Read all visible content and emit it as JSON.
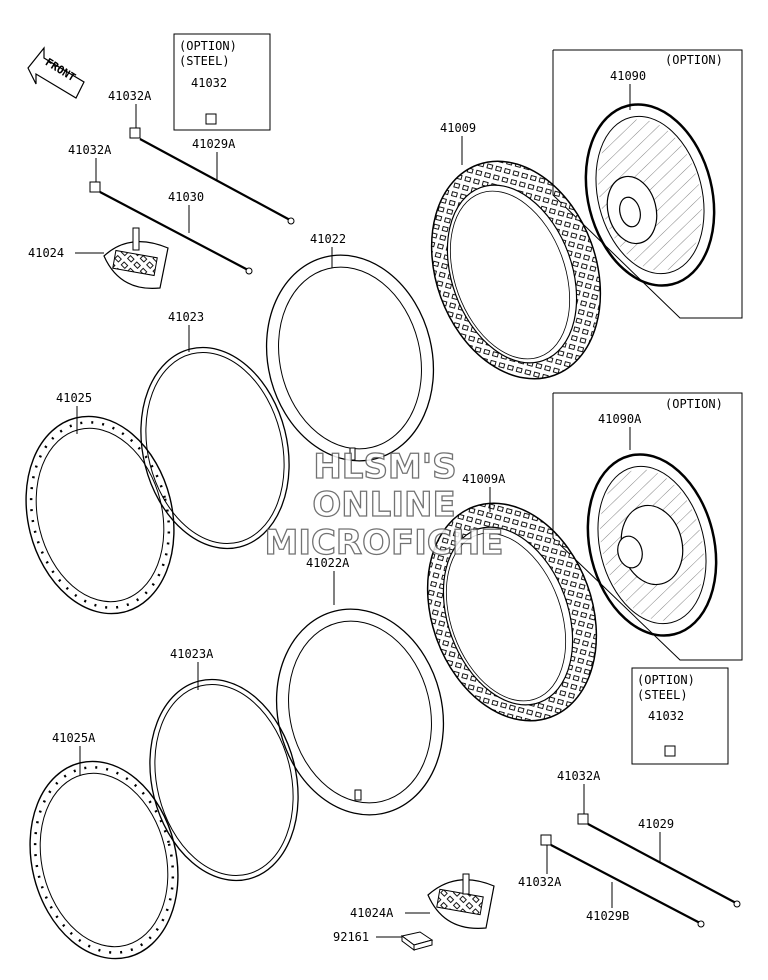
{
  "front_arrow": {
    "label": "FRONT"
  },
  "option_boxes": [
    {
      "line1": "(OPTION)",
      "line2": "(STEEL)",
      "part": "41032"
    },
    {
      "line1": "(OPTION)",
      "part": "41090"
    },
    {
      "line1": "(OPTION)",
      "part": "41090A"
    },
    {
      "line1": "(OPTION)",
      "line2": "(STEEL)",
      "part": "41032"
    }
  ],
  "labels": {
    "p41032A_1": "41032A",
    "p41029A": "41029A",
    "p41032A_2": "41032A",
    "p41030": "41030",
    "p41024": "41024",
    "p41009": "41009",
    "p41022": "41022",
    "p41023": "41023",
    "p41025": "41025",
    "p41009A": "41009A",
    "p41022A": "41022A",
    "p41023A": "41023A",
    "p41025A": "41025A",
    "p41032A_3": "41032A",
    "p41029": "41029",
    "p41032A_4": "41032A",
    "p41029B": "41029B",
    "p41024A": "41024A",
    "p92161": "92161"
  },
  "watermark": {
    "line1": "HLSM'S",
    "line2": "ONLINE",
    "line3": "MICROFICHE"
  }
}
